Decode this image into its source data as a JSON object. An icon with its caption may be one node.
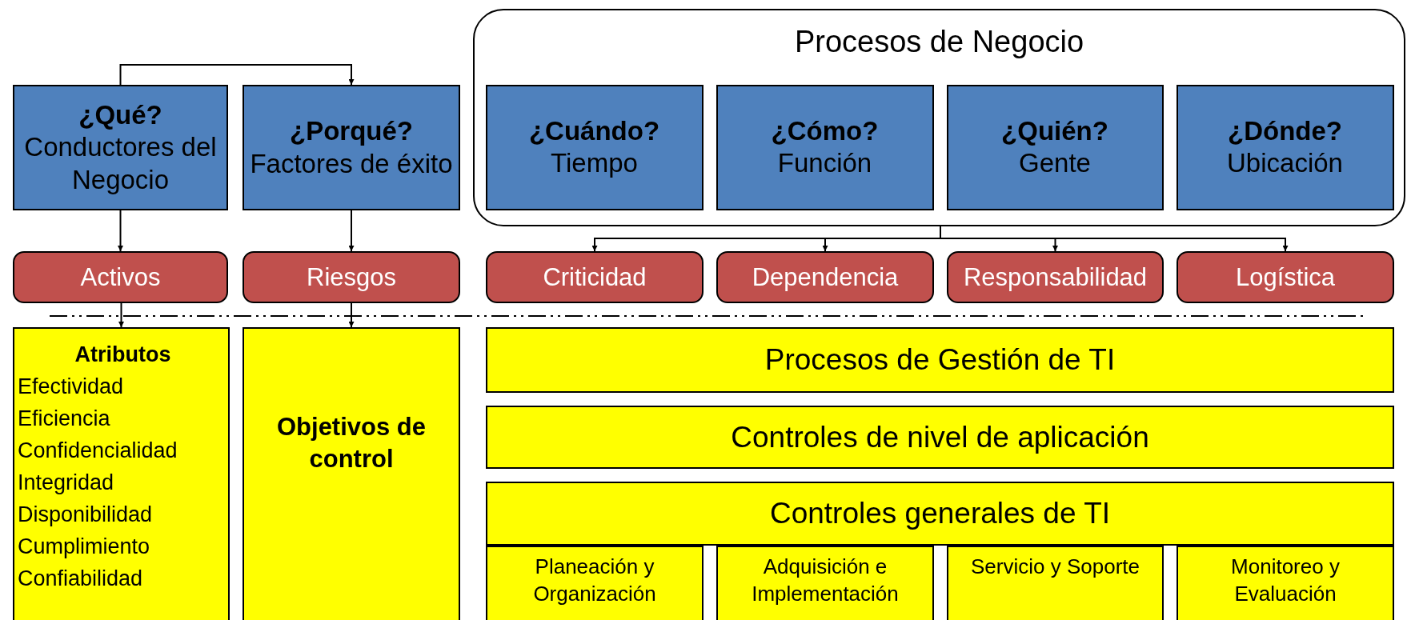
{
  "diagram": {
    "nodes": [
      {
        "text": [
          "¿Qué?",
          "Conductores del Negocio"
        ]
      },
      {
        "text": [
          "¿Porqué?",
          "Factores de éxito"
        ]
      },
      {
        "text": [
          "Procesos de Negocio"
        ]
      },
      {
        "text": [
          "¿Cuándo?",
          "Tiempo"
        ],
        "in": 2
      },
      {
        "text": [
          "¿Cómo?",
          "Función"
        ],
        "in": 2
      },
      {
        "text": [
          "¿Quién?",
          "Gente"
        ],
        "in": 2
      },
      {
        "text": [
          "¿Dónde?",
          "Ubicación"
        ],
        "in": 2
      },
      {
        "text": [
          "Activos"
        ]
      },
      {
        "text": [
          "Riesgos"
        ]
      },
      {
        "text": [
          "Criticidad"
        ]
      },
      {
        "text": [
          "Dependencia"
        ]
      },
      {
        "text": [
          "Responsabilidad"
        ]
      },
      {
        "text": [
          "Logística"
        ]
      },
      {
        "text": [
          "Atributos",
          "Efectividad",
          "Eficiencia",
          "Confidencialidad",
          "Integridad",
          "Disponibilidad",
          "Cumplimiento",
          "Confiabilidad"
        ]
      },
      {
        "text": [
          "Objetivos de control"
        ]
      },
      {
        "text": [
          "Procesos de Gestión de TI"
        ]
      },
      {
        "text": [
          "Controles de nivel de aplicación"
        ]
      },
      {
        "text": [
          "Controles generales de TI"
        ]
      },
      {
        "text": [
          "Planeación y Organización"
        ]
      },
      {
        "text": [
          "Adquisición e Implementación"
        ]
      },
      {
        "text": [
          "Servicio y Soporte"
        ]
      },
      {
        "text": [
          "Monitoreo y Evaluación"
        ]
      }
    ],
    "edges": [
      {
        "from": 0,
        "to": 1,
        "arrow": "to"
      },
      {
        "from": 0,
        "to": 7,
        "arrow": "to"
      },
      {
        "from": 1,
        "to": 8,
        "arrow": "to"
      },
      {
        "from": 2,
        "to": 9,
        "arrow": "to"
      },
      {
        "from": 2,
        "to": 10,
        "arrow": "to"
      },
      {
        "from": 2,
        "to": 11,
        "arrow": "to"
      },
      {
        "from": 2,
        "to": 12,
        "arrow": "to"
      },
      {
        "from": 7,
        "to": 13,
        "arrow": "to"
      },
      {
        "from": 8,
        "to": 14,
        "arrow": "to"
      }
    ]
  }
}
